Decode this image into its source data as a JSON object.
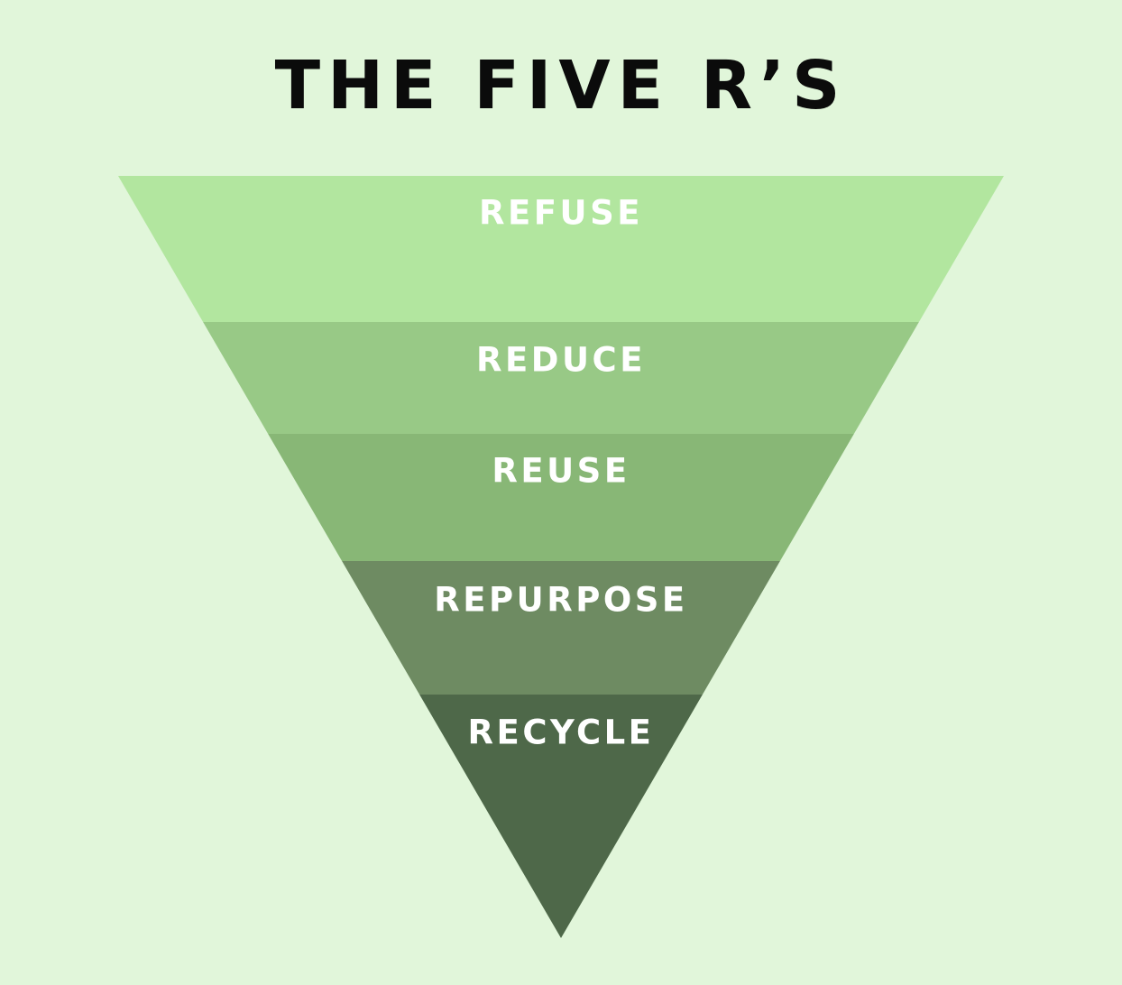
{
  "title": "THE FIVE R’S",
  "colors": {
    "background": "#e1f6da",
    "title": "#0b0b0b",
    "label": "#ffffff"
  },
  "levels": [
    {
      "label": "REFUSE",
      "color": "#b2e69f"
    },
    {
      "label": "REDUCE",
      "color": "#98c986"
    },
    {
      "label": "REUSE",
      "color": "#88b776"
    },
    {
      "label": "REPURPOSE",
      "color": "#6e8b62"
    },
    {
      "label": "RECYCLE",
      "color": "#4e6849"
    }
  ]
}
